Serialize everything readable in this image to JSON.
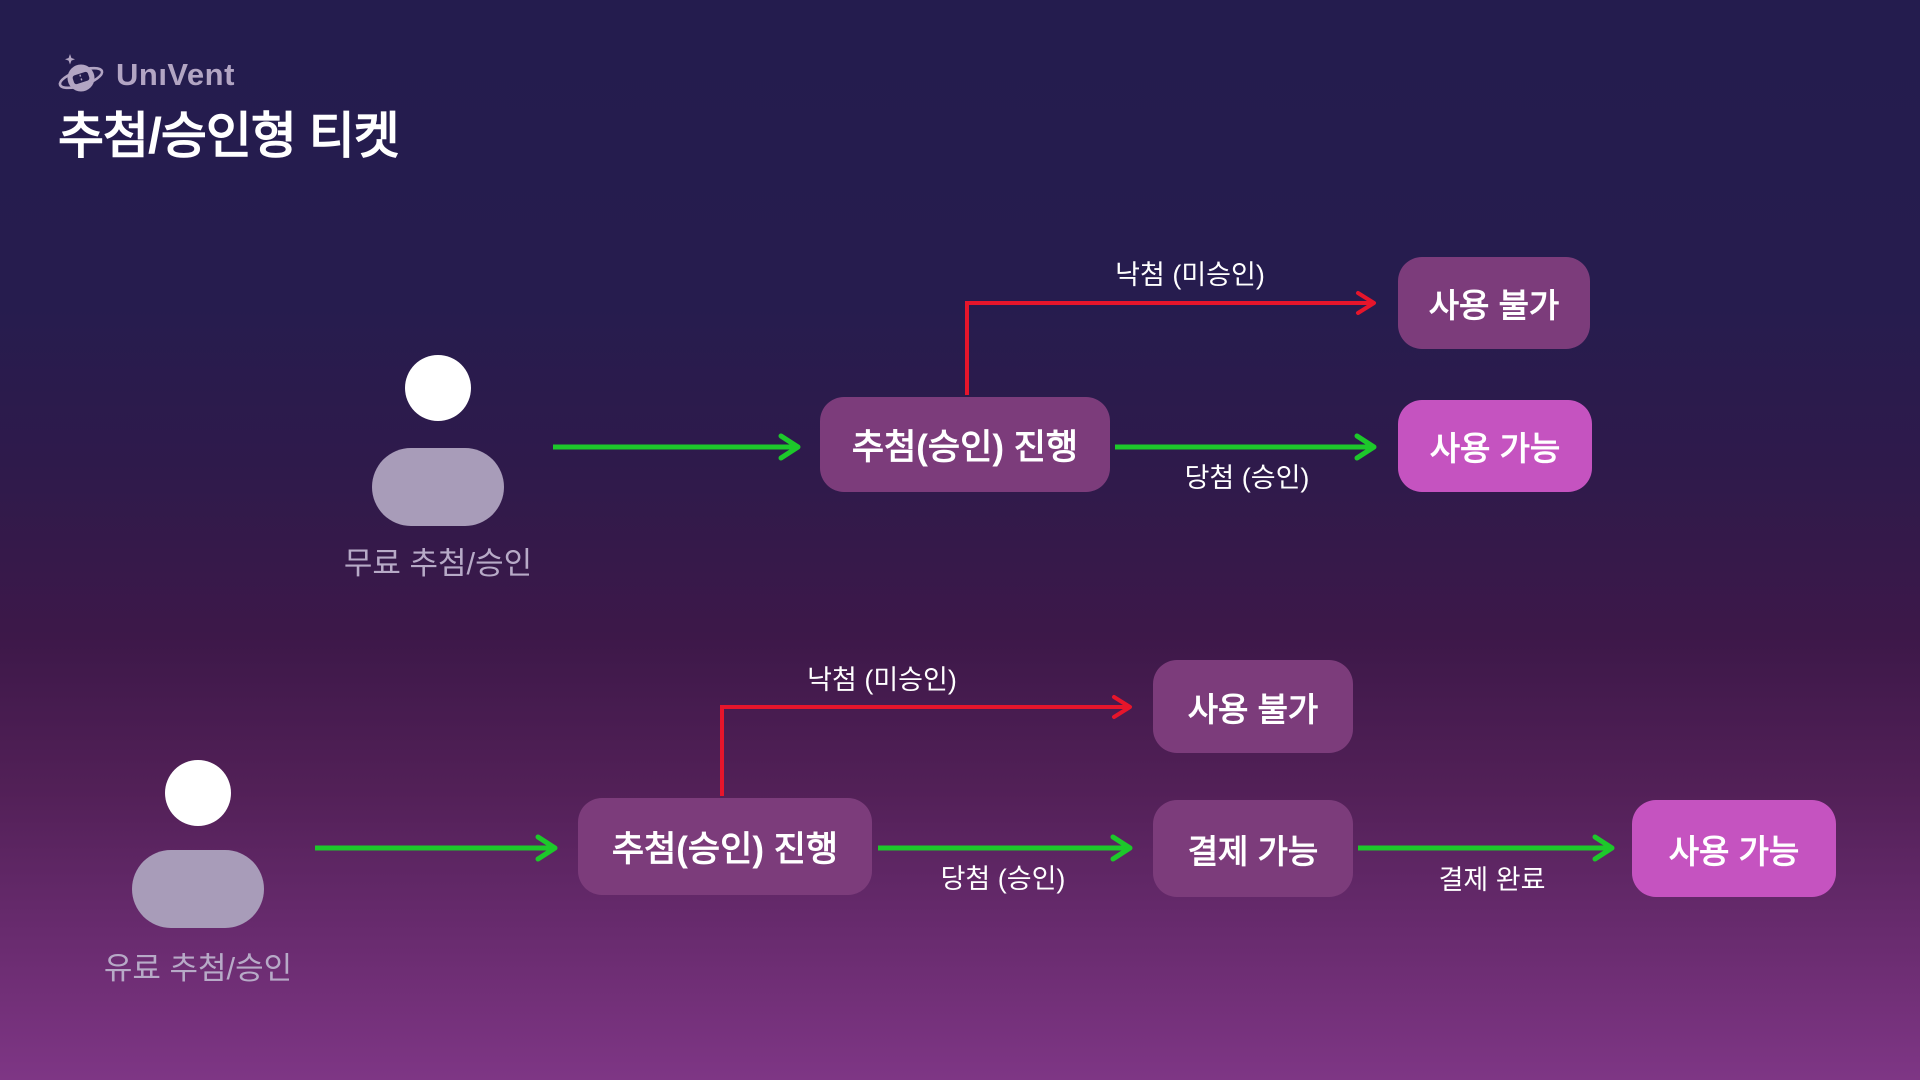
{
  "brand": {
    "name": "UnıVent",
    "icon": "planet-ticket-icon"
  },
  "title": "추첨/승인형 티켓",
  "colors": {
    "background_top": "#241c4e",
    "background_bottom": "#7e3685",
    "node_purple": "#7c3c7b",
    "node_pink": "#c553c0",
    "arrow_green": "#1dc82b",
    "arrow_red": "#e6152b",
    "muted_text": "#b7aac7",
    "text": "#ffffff"
  },
  "flows": [
    {
      "id": "free",
      "actor": {
        "icon": "person-icon",
        "label": "무료 추첨/승인"
      },
      "nodes": {
        "process": "추첨(승인) 진행",
        "fail": "사용 불가",
        "win": "사용 가능"
      },
      "edges": {
        "fail": "낙첨 (미승인)",
        "win": "당첨 (승인)"
      }
    },
    {
      "id": "paid",
      "actor": {
        "icon": "person-icon",
        "label": "유료 추첨/승인"
      },
      "nodes": {
        "process": "추첨(승인) 진행",
        "fail": "사용 불가",
        "pay": "결제 가능",
        "use": "사용 가능"
      },
      "edges": {
        "fail": "낙첨 (미승인)",
        "win": "당첨 (승인)",
        "pay_done": "결제 완료"
      }
    }
  ]
}
